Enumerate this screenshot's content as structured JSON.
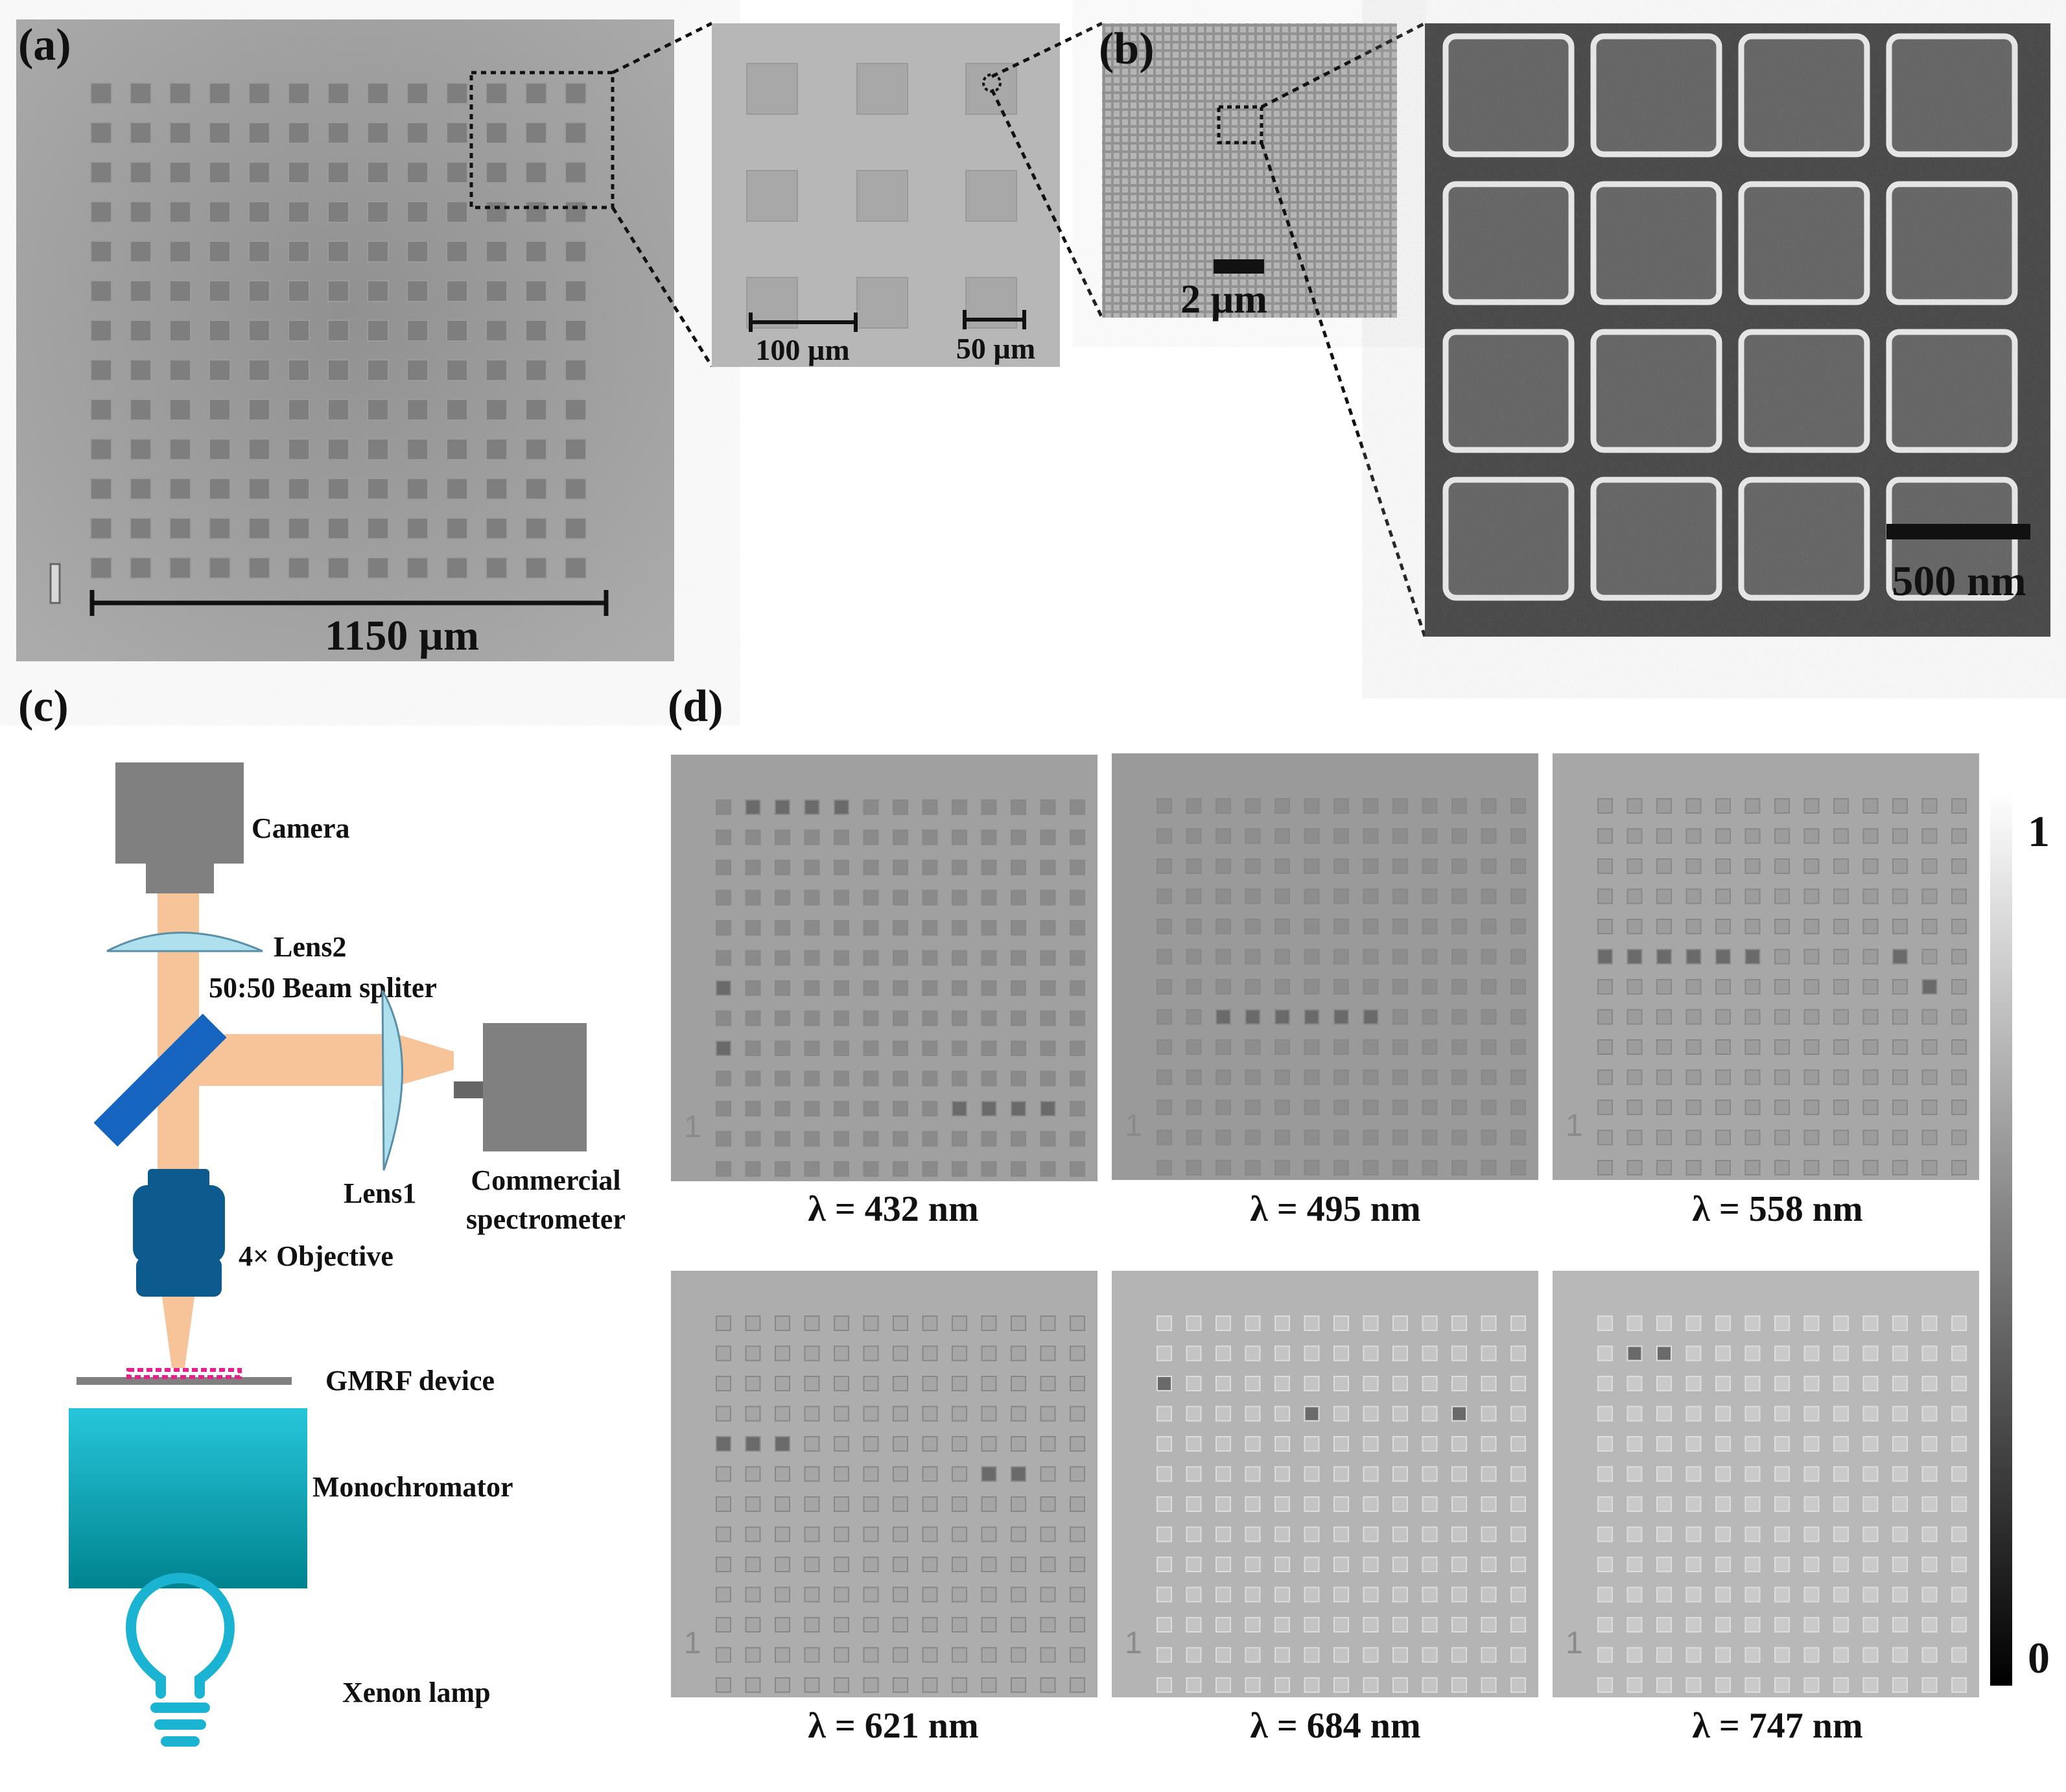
{
  "panel_labels": {
    "a": "(a)",
    "b": "(b)",
    "c": "(c)",
    "d": "(d)"
  },
  "panel_a": {
    "scale_main": "1150 µm",
    "scale_inset_1": "100 µm",
    "scale_inset_2": "50 µm",
    "marker": "1",
    "array_rows": 13,
    "array_cols": 13
  },
  "panel_b": {
    "scale_overview": "2 µm",
    "scale_zoom": "500 nm",
    "zoom_rows": 4,
    "zoom_cols": 4
  },
  "panel_c": {
    "camera": "Camera",
    "lens2": "Lens2",
    "beam_splitter": "50:50 Beam spliter",
    "lens1": "Lens1",
    "spectrometer_line1": "Commercial",
    "spectrometer_line2": "spectrometer",
    "objective": "4× Objective",
    "device": "GMRF device",
    "monochromator": "Monochromator",
    "lamp": "Xenon lamp",
    "colors": {
      "beam": "#f7c49a",
      "splitter": "#1565c0",
      "objective": "#0d5a8f",
      "lens": "#aee0ee",
      "mono_top": "#26c6da",
      "mono_bottom": "#00838f",
      "lamp": "#1ab3d1",
      "device_strip": "#e91e8c"
    }
  },
  "panel_d": {
    "colorbar_max": "1",
    "colorbar_min": "0",
    "marker": "1",
    "images": [
      {
        "caption": "λ = 432 nm"
      },
      {
        "caption": "λ = 495 nm"
      },
      {
        "caption": "λ = 558 nm"
      },
      {
        "caption": "λ = 621 nm"
      },
      {
        "caption": "λ = 684 nm"
      },
      {
        "caption": "λ = 747 nm"
      }
    ]
  }
}
